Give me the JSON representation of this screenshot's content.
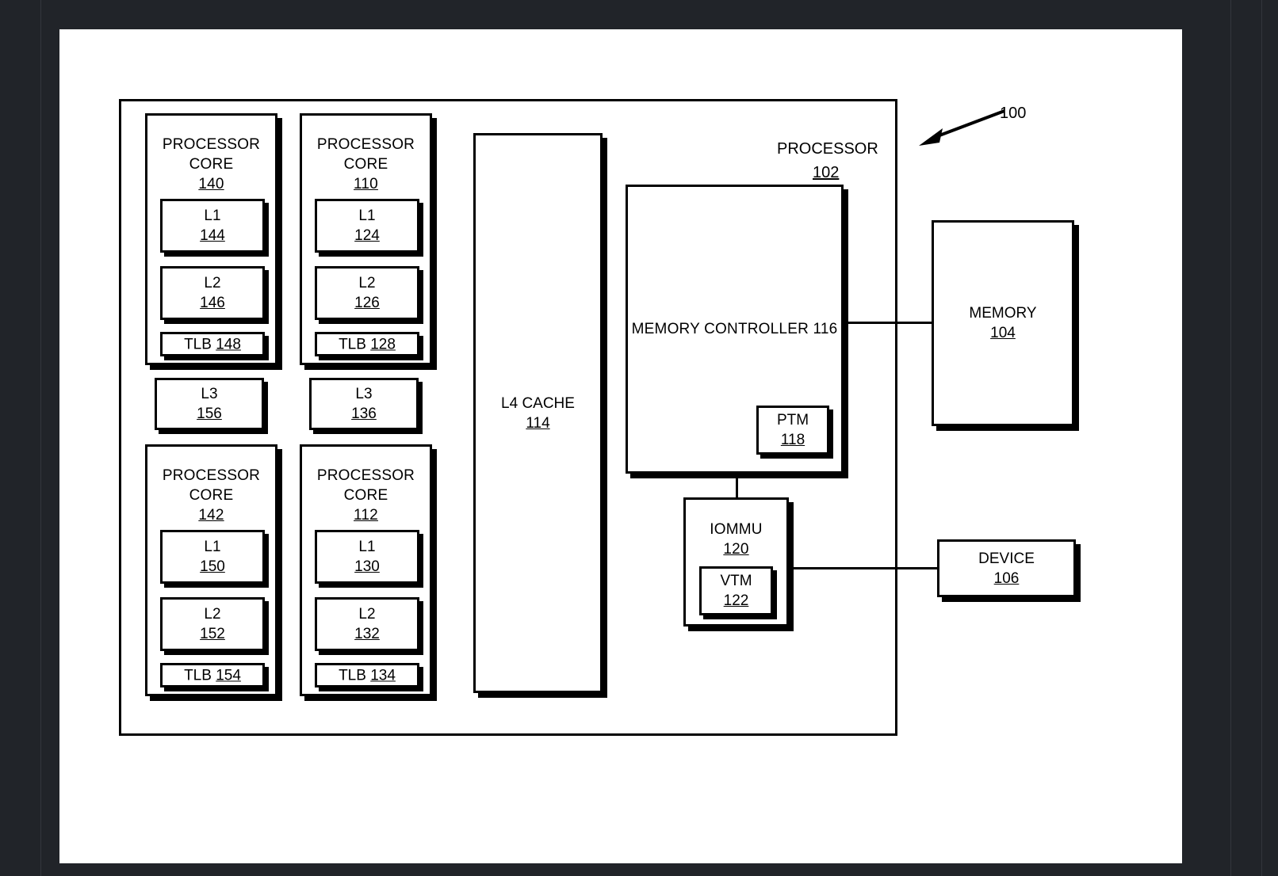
{
  "figure": {
    "reference_numeral": "100",
    "system_label": "100"
  },
  "processor": {
    "title": "PROCESSOR",
    "number": "102"
  },
  "cores": [
    {
      "id": "core-140",
      "title_line1": "PROCESSOR",
      "title_line2": "CORE",
      "number": "140",
      "l1": {
        "label": "L1",
        "number": "144"
      },
      "l2": {
        "label": "L2",
        "number": "146"
      },
      "tlb": {
        "label": "TLB",
        "number": "148"
      }
    },
    {
      "id": "core-110",
      "title_line1": "PROCESSOR",
      "title_line2": "CORE",
      "number": "110",
      "l1": {
        "label": "L1",
        "number": "124"
      },
      "l2": {
        "label": "L2",
        "number": "126"
      },
      "tlb": {
        "label": "TLB",
        "number": "128"
      }
    },
    {
      "id": "core-142",
      "title_line1": "PROCESSOR",
      "title_line2": "CORE",
      "number": "142",
      "l1": {
        "label": "L1",
        "number": "150"
      },
      "l2": {
        "label": "L2",
        "number": "152"
      },
      "tlb": {
        "label": "TLB",
        "number": "154"
      }
    },
    {
      "id": "core-112",
      "title_line1": "PROCESSOR",
      "title_line2": "CORE",
      "number": "112",
      "l1": {
        "label": "L1",
        "number": "130"
      },
      "l2": {
        "label": "L2",
        "number": "132"
      },
      "tlb": {
        "label": "TLB",
        "number": "134"
      }
    }
  ],
  "l3_caches": [
    {
      "label": "L3",
      "number": "156"
    },
    {
      "label": "L3",
      "number": "136"
    }
  ],
  "l4_cache": {
    "label": "L4 CACHE",
    "number": "114"
  },
  "memory_controller": {
    "label": "MEMORY CONTROLLER 116",
    "number": "116",
    "ptm": {
      "label": "PTM",
      "number": "118"
    }
  },
  "iommu": {
    "label": "IOMMU",
    "number": "120",
    "vtm": {
      "label": "VTM",
      "number": "122"
    }
  },
  "memory": {
    "label": "MEMORY",
    "number": "104"
  },
  "device": {
    "label": "DEVICE",
    "number": "106"
  }
}
